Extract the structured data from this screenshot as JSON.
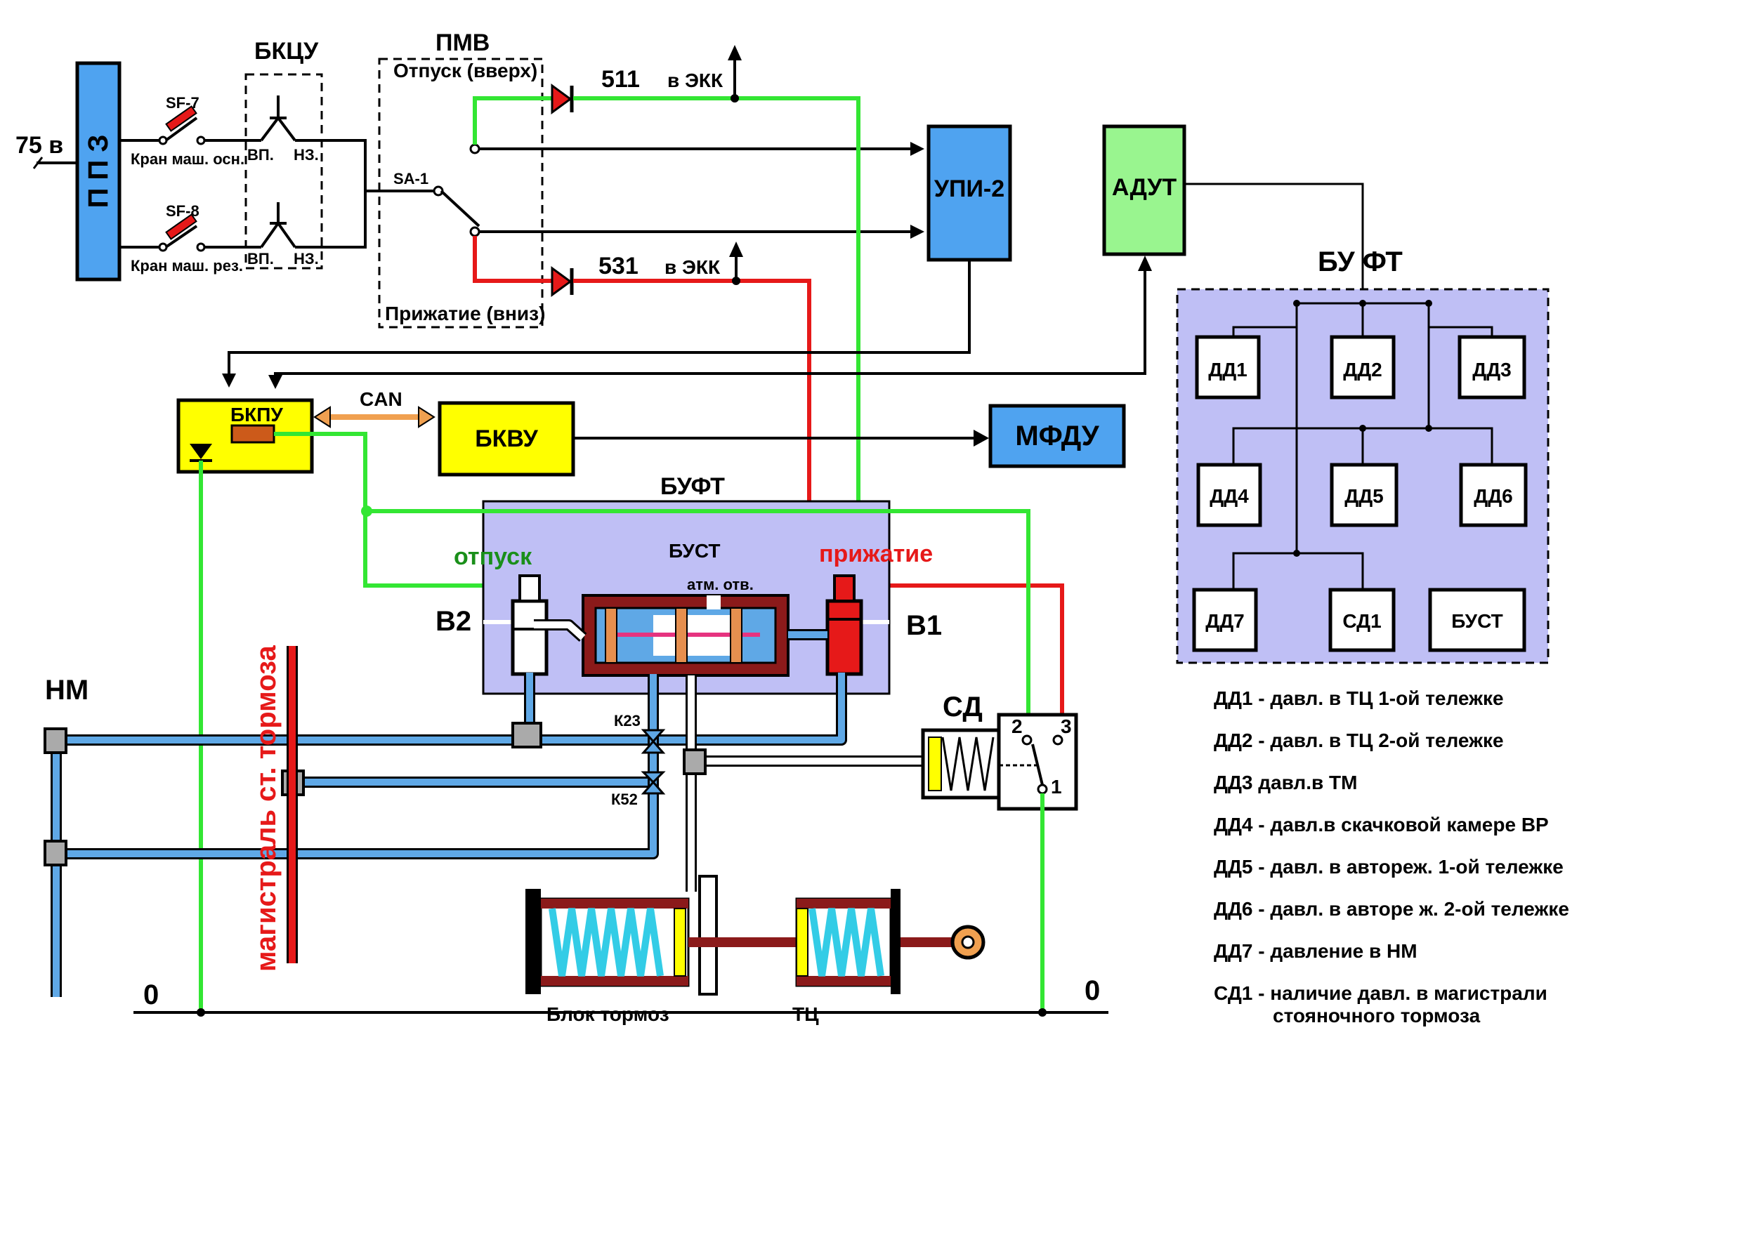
{
  "labels": {
    "v75": "75 в",
    "ppz": "П П З",
    "sf7": "SF-7",
    "sf8": "SF-8",
    "kran_osn": "Кран маш. осн.",
    "kran_rez": "Кран маш. рез.",
    "bkcu": "БКЦУ",
    "vp": "ВП.",
    "nz": "НЗ.",
    "pmv": "ПМВ",
    "otpusk_up": "Отпуск (вверх)",
    "prizhatie_down": "Прижатие (вниз)",
    "sa1": "SA-1",
    "w511": "511",
    "w531": "531",
    "v_ekk": "в ЭКК",
    "upi2": "УПИ-2",
    "adut": "АДУТ",
    "buft_top": "БУ ФТ",
    "bkpu": "БКПУ",
    "can": "CAN",
    "bkvu": "БКВУ",
    "mfdu": "МФДУ",
    "buft_mid": "БУФТ",
    "bust_mid": "БУСТ",
    "otpusk": "отпуск",
    "prizhatie": "прижатие",
    "atm_otv": "атм. отв.",
    "b2": "В2",
    "b1": "В1",
    "nm": "НМ",
    "magistral": "магистраль  ст. тормоза",
    "k23": "К23",
    "k52": "К52",
    "sd": "СД",
    "sw2": "2",
    "sw3": "3",
    "sw1": "1",
    "blok_tormoz": "Блок тормоз",
    "tc": "ТЦ",
    "zero_left": "0",
    "zero_right": "0"
  },
  "buft_blocks": [
    "ДД1",
    "ДД2",
    "ДД3",
    "ДД4",
    "ДД5",
    "ДД6",
    "ДД7",
    "СД1",
    "БУСТ"
  ],
  "legend": [
    "ДД1 - давл. в ТЦ 1-ой тележке",
    "ДД2 - давл. в ТЦ 2-ой тележке",
    "ДД3 давл.в ТМ",
    "ДД4 - давл.в скачковой камере ВР",
    "ДД5 - давл. в автореж. 1-ой тележке",
    "ДД6 - давл. в авторе ж. 2-ой тележке",
    "ДД7 - давление в НМ",
    "СД1 - наличие давл. в магистрали",
    "стояночного тормоза"
  ],
  "colors": {
    "blue_block": "#4fa3f0",
    "green_block": "#99f58f",
    "yellow_block": "#ffff00",
    "lavender": "#bfbff5",
    "green_wire": "#33e633",
    "red_wire": "#e61919",
    "pipe": "#5fa8e6"
  }
}
